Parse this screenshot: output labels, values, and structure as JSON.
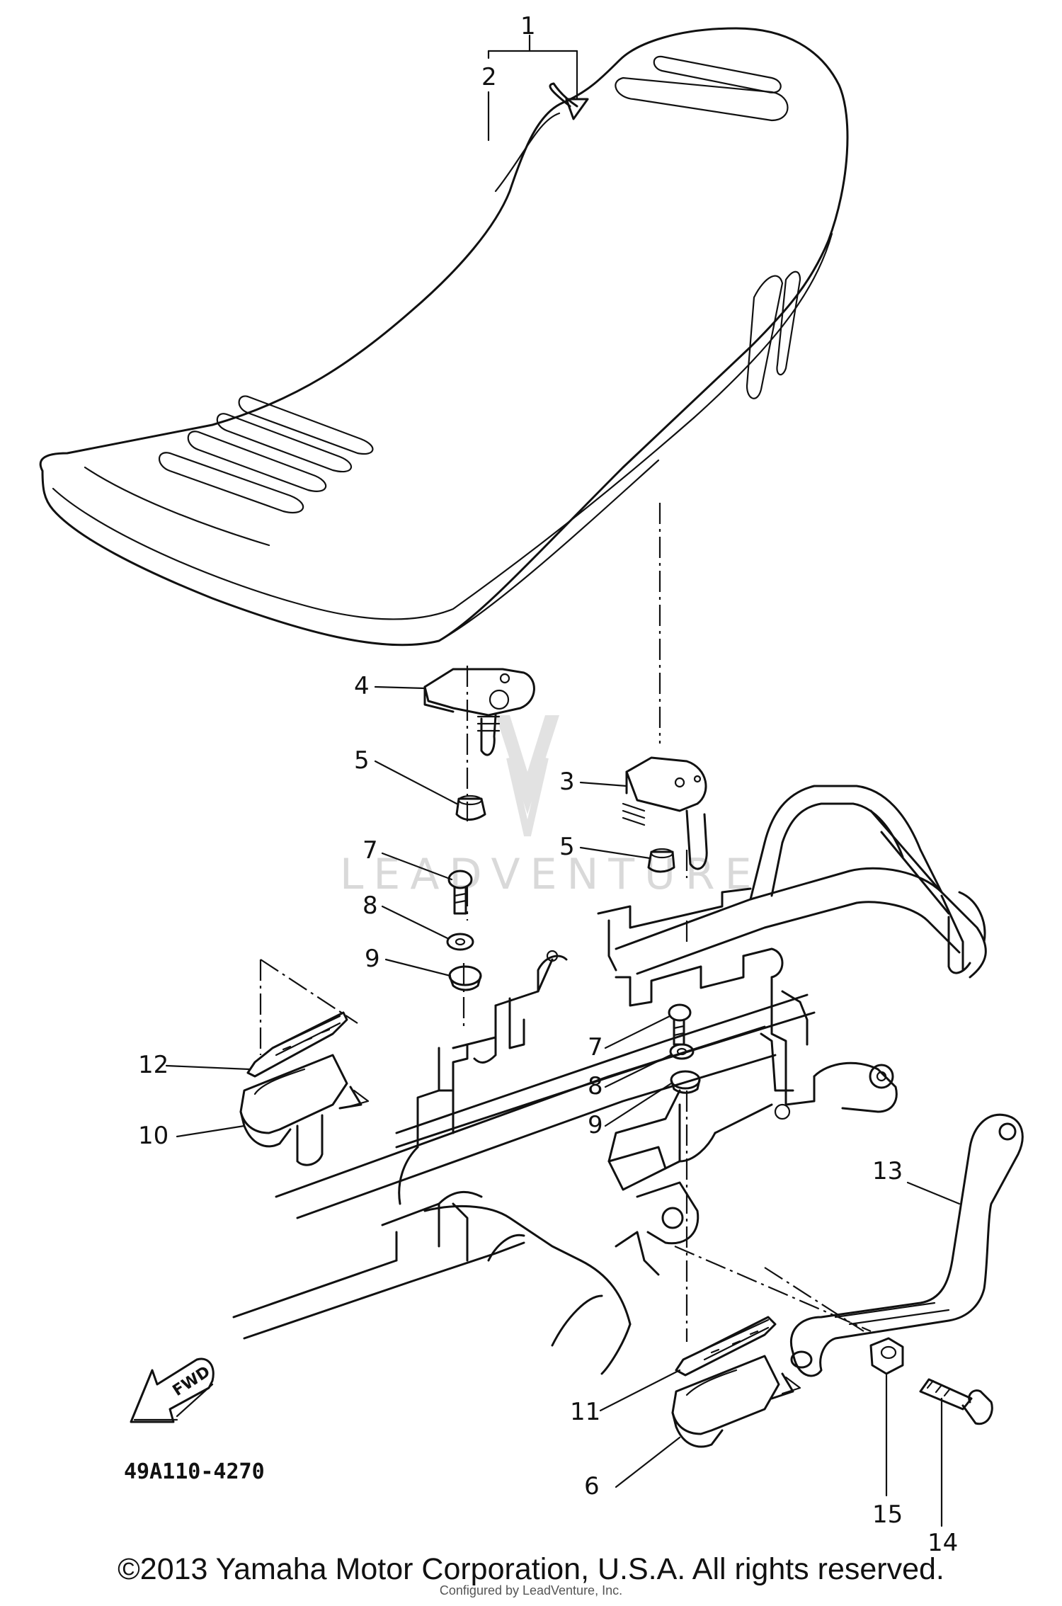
{
  "diagram": {
    "drawing_code": "49A110-4270",
    "fwd_label": "FWD",
    "watermark": "LEADVENTURE",
    "callouts": [
      {
        "id": "1",
        "text": "1"
      },
      {
        "id": "2",
        "text": "2"
      },
      {
        "id": "3",
        "text": "3"
      },
      {
        "id": "4",
        "text": "4"
      },
      {
        "id": "5a",
        "text": "5"
      },
      {
        "id": "5b",
        "text": "5"
      },
      {
        "id": "6",
        "text": "6"
      },
      {
        "id": "7a",
        "text": "7"
      },
      {
        "id": "7b",
        "text": "7"
      },
      {
        "id": "8a",
        "text": "8"
      },
      {
        "id": "8b",
        "text": "8"
      },
      {
        "id": "9a",
        "text": "9"
      },
      {
        "id": "9b",
        "text": "9"
      },
      {
        "id": "10",
        "text": "10"
      },
      {
        "id": "11",
        "text": "11"
      },
      {
        "id": "12",
        "text": "12"
      },
      {
        "id": "13",
        "text": "13"
      },
      {
        "id": "14",
        "text": "14"
      },
      {
        "id": "15",
        "text": "15"
      }
    ]
  },
  "footer": {
    "copyright": "©2013 Yamaha Motor Corporation, U.S.A. All rights reserved.",
    "subnote": "Configured by LeadVenture, Inc."
  }
}
